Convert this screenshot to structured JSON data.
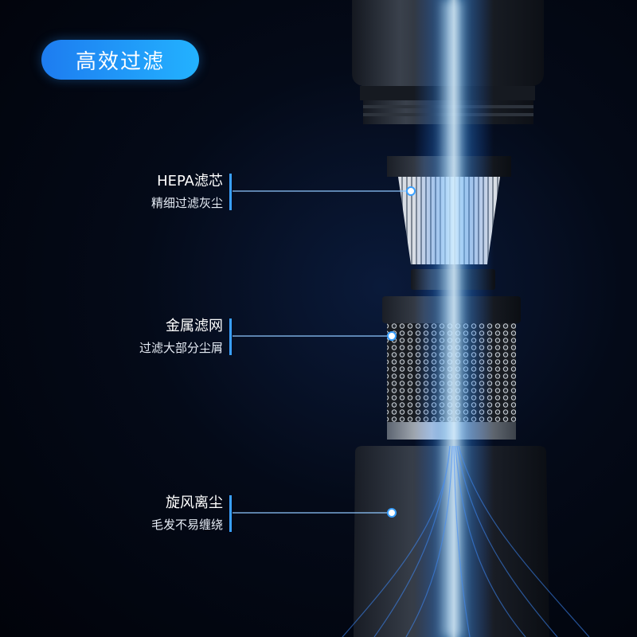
{
  "badge": {
    "text": "高效过滤"
  },
  "callouts": [
    {
      "title": "HEPA滤芯",
      "subtitle": "精细过滤灰尘"
    },
    {
      "title": "金属滤网",
      "subtitle": "过滤大部分尘屑"
    },
    {
      "title": "旋风离尘",
      "subtitle": "毛发不易缠绕"
    }
  ],
  "colors": {
    "accent": "#2a9dff",
    "badge_start": "#1d7cf0",
    "badge_end": "#23b2ff",
    "background": "#02050c"
  }
}
